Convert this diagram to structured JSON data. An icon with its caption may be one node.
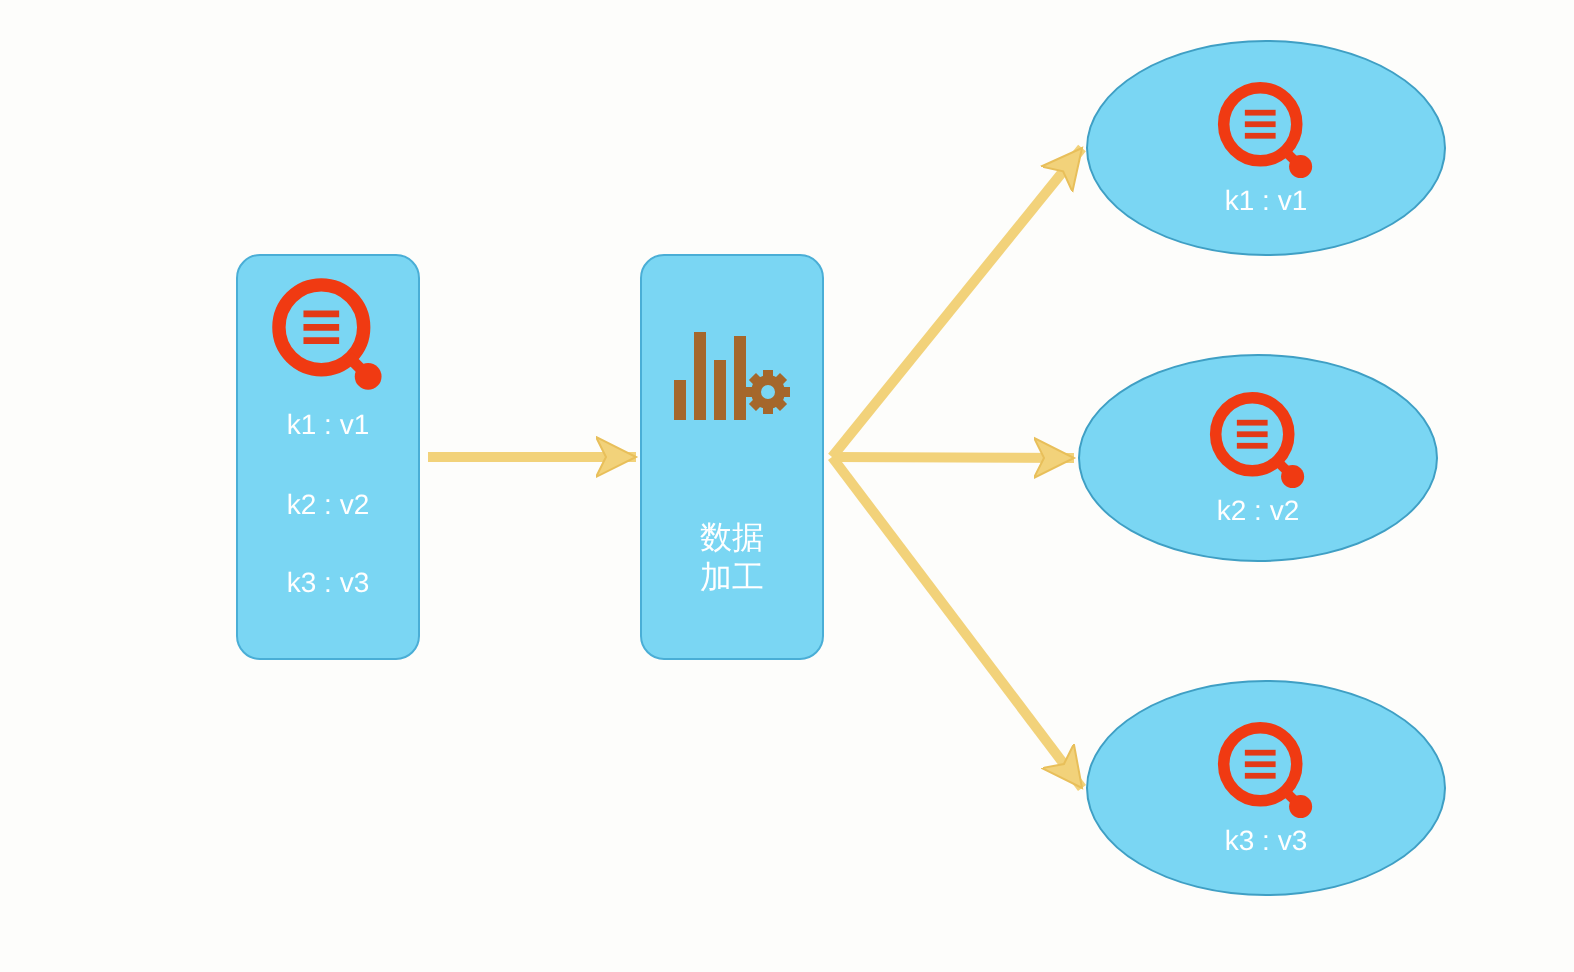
{
  "diagram": {
    "nodes": [
      {
        "text": [
          "k1 : v1",
          "k2 : v2",
          "k3 : v3"
        ]
      },
      {
        "text": [
          "数据加工"
        ]
      },
      {
        "text": [
          "k1 : v1"
        ]
      },
      {
        "text": [
          "k2 : v2"
        ]
      },
      {
        "text": [
          "k3 : v3"
        ]
      }
    ],
    "edges": [
      {
        "from": 0,
        "to": 1,
        "arrow": "to"
      },
      {
        "from": 1,
        "to": 2,
        "arrow": "to"
      },
      {
        "from": 1,
        "to": 3,
        "arrow": "to"
      },
      {
        "from": 1,
        "to": 4,
        "arrow": "to"
      }
    ]
  }
}
